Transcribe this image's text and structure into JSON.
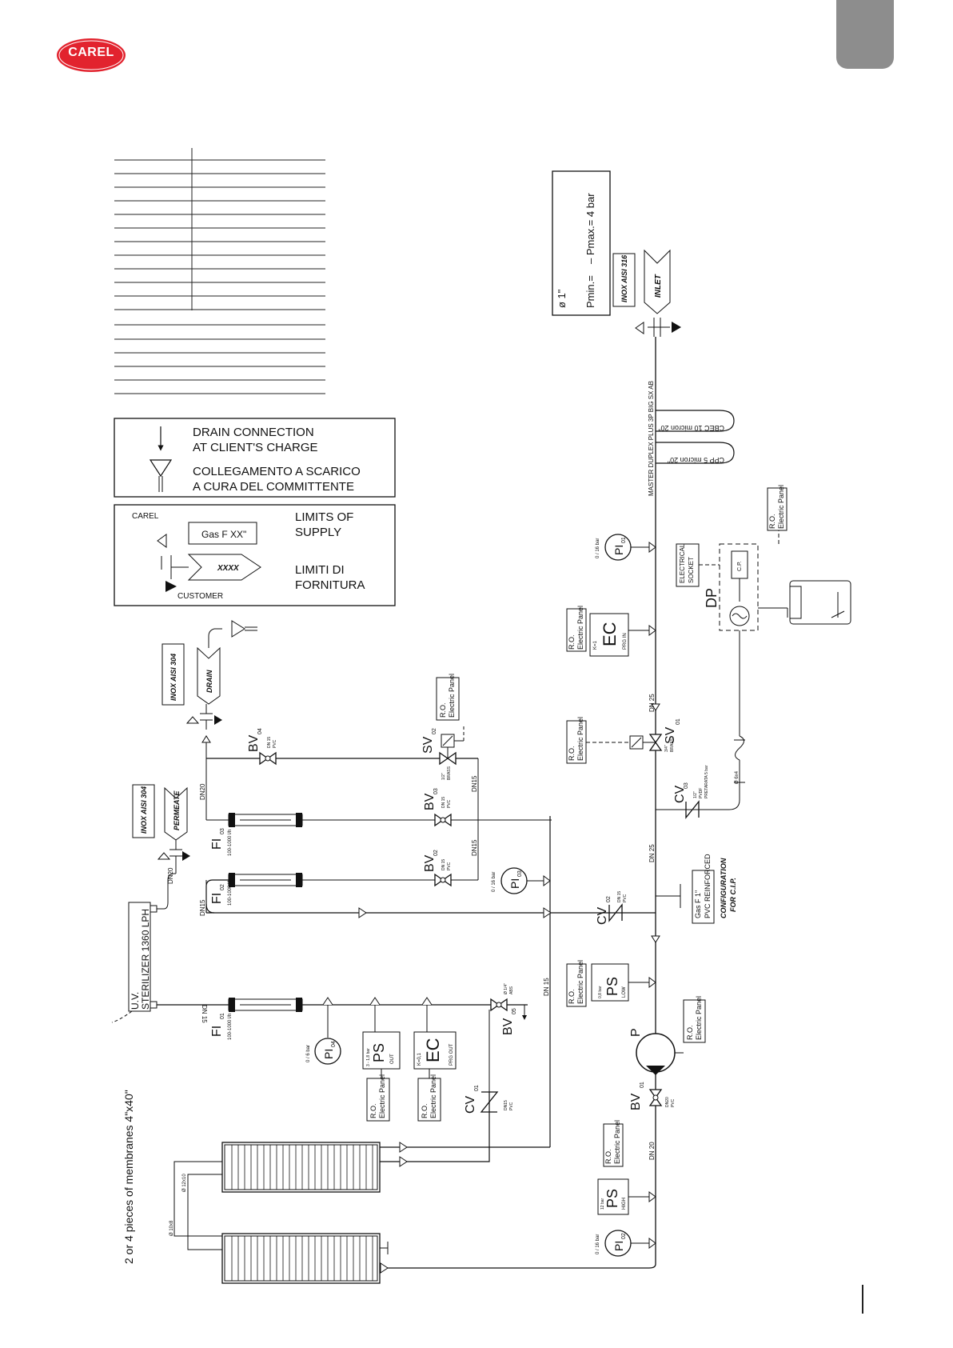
{
  "brand": {
    "logo_text": "CAREL",
    "logo_color": "#e2232e",
    "tab_color": "#8d8d8d"
  },
  "legend": {
    "drain_en": [
      "DRAIN CONNECTION",
      "AT CLIENT'S CHARGE"
    ],
    "drain_it": [
      "COLLEGAMENTO A SCARICO",
      "A CURA DEL COMMITTENTE"
    ],
    "supplier": "CAREL",
    "customer": "CUSTOMER",
    "connection_size": "Gas F XX\"",
    "connection_tag": "XXXX",
    "limits_en": [
      "LIMITS OF",
      "SUPPLY"
    ],
    "limits_it": [
      "LIMITI DI",
      "FORNITURA"
    ]
  },
  "inlet": {
    "size": "ø 1\"",
    "pmin": "Pmin.=",
    "pmax": "–  Pmax.=  4  bar",
    "material": "INOX AISI 316",
    "tag": "INLET"
  },
  "filters": {
    "housing": "MASTER DUPLEX PLUS 3P BIG SX AB",
    "cbec": "CBEC 10 micron 20\"",
    "cpp": "CPP 5 micron 20\""
  },
  "panel": [
    "R.O.",
    "Electric Panel"
  ],
  "instruments": {
    "pi01": {
      "tag": "PI",
      "sub": "01",
      "range": "0 / 16 bar"
    },
    "pi02": {
      "tag": "PI",
      "sub": "02",
      "range": "0 / 16 bar"
    },
    "pi03": {
      "tag": "PI",
      "sub": "03",
      "range": "0 / 16 bar"
    },
    "pi04": {
      "tag": "PI",
      "sub": "04",
      "range": "0 / 6 bar"
    },
    "ec_in": {
      "tag": "EC",
      "k": "K=1",
      "note": "PRG IN"
    },
    "ec_out": {
      "tag": "EC",
      "k": "K=0,1",
      "note": "PRG OUT"
    },
    "ps_low": {
      "tag": "PS",
      "range": "0,8 bar",
      "note": "LOW"
    },
    "ps_high": {
      "tag": "PS",
      "range": "12 bar",
      "note": "HIGH"
    },
    "ps_out": {
      "tag": "PS",
      "range": "3 - 1,8 bar",
      "note": "OUT"
    }
  },
  "valves": {
    "sv01": {
      "tag": "SV",
      "sub": "01",
      "spec": [
        "3/4\"",
        "BRASS"
      ]
    },
    "sv02": {
      "tag": "SV",
      "sub": "02",
      "spec": [
        "1/2\"",
        "BRASS"
      ]
    },
    "bv01": {
      "tag": "BV",
      "sub": "01",
      "spec": [
        "DN20",
        "PVC"
      ]
    },
    "bv02": {
      "tag": "BV",
      "sub": "02",
      "spec": [
        "DN 15",
        "PVC"
      ]
    },
    "bv03": {
      "tag": "BV",
      "sub": "03",
      "spec": [
        "DN 15",
        "PVC"
      ]
    },
    "bv04": {
      "tag": "BV",
      "sub": "04",
      "spec": [
        "DN 15",
        "PVC"
      ]
    },
    "bv05": {
      "tag": "BV",
      "sub": "05",
      "spec": [
        "Ø 1/4\"",
        "ABS"
      ]
    },
    "cv01": {
      "tag": "CV",
      "sub": "01",
      "spec": [
        "DN15",
        "PVC"
      ]
    },
    "cv02": {
      "tag": "CV",
      "sub": "02",
      "spec": [
        "DN 15",
        "PVC"
      ]
    },
    "cv03": {
      "tag": "CV",
      "sub": "03",
      "spec": [
        "1/2\"",
        "PVDF",
        "PRETARATA 5 bar"
      ]
    }
  },
  "flowmeters": {
    "fi01": {
      "tag": "FI",
      "sub": "01",
      "range": "100-1000 l/h"
    },
    "fi02": {
      "tag": "FI",
      "sub": "02",
      "range": "100-1000 l/h"
    },
    "fi03": {
      "tag": "FI",
      "sub": "03",
      "range": "100-1000 l/h"
    }
  },
  "pump": {
    "tag": "P"
  },
  "dosing": {
    "tag": "DP",
    "socket": [
      "ELECTRICAL",
      "SOCKET"
    ],
    "cp": "C.P.",
    "tube": "Ø 6x4"
  },
  "uv": {
    "lines": [
      "U.V.",
      "STERILIZER 1360 LPH"
    ]
  },
  "permeate": {
    "material": "INOX AISI 304",
    "tag": "PERMEATE"
  },
  "drain": {
    "material": "INOX AISI 304",
    "tag": "DRAIN"
  },
  "cip": {
    "connection": [
      "Gas F 1\"",
      "PVC REINFORCED"
    ],
    "config": [
      "CONFIGURATION",
      "FOR C.I.P."
    ]
  },
  "membranes": {
    "note": "2 or 4 pieces of membranes 4\"x40\"",
    "tube_a": "Ø 10x8",
    "tube_b": "Ø 12x10"
  },
  "pipes": {
    "dn25": "DN 25",
    "dn20": "DN 20",
    "dn15": "DN 15",
    "dn15b": "DN15",
    "dn20b": "DN20"
  }
}
